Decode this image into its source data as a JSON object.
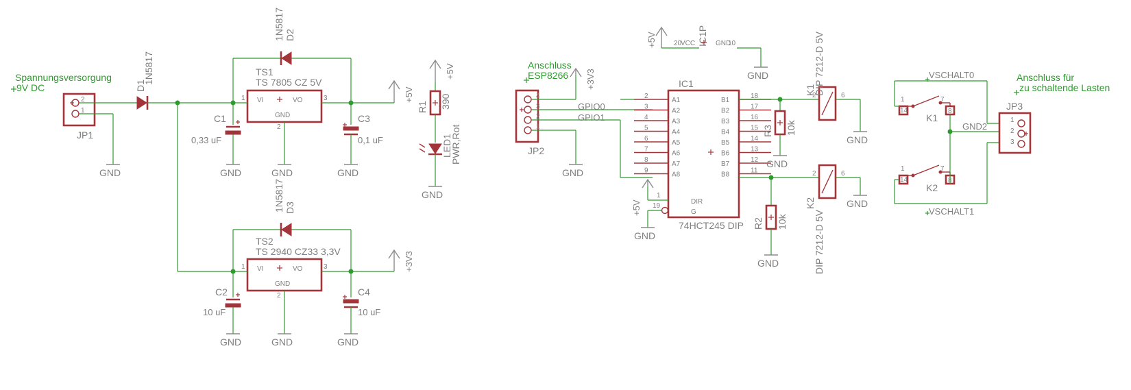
{
  "labels": {
    "supply_title_1": "Spannungsversorgung",
    "supply_title_2": "9V DC",
    "esp_title_1": "Anschluss",
    "esp_title_2": "ESP8266",
    "load_title_1": "Anschluss für",
    "load_title_2": "zu schaltende Lasten"
  },
  "parts": {
    "jp1": "JP1",
    "jp2": "JP2",
    "jp3": "JP3",
    "d1": "D1",
    "d1_val": "1N5817",
    "d2": "D2",
    "d2_val": "1N5817",
    "d3": "D3",
    "d3_val": "1N5817",
    "ts1": "TS1",
    "ts1_val": "TS 7805 CZ 5V",
    "ts2": "TS2",
    "ts2_val": "TS 2940 CZ33 3,3V",
    "c1": "C1",
    "c1_val": "0,33 uF",
    "c2": "C2",
    "c2_val": "10 uF",
    "c3": "C3",
    "c3_val": "0,1 uF",
    "c4": "C4",
    "c4_val": "10 uF",
    "r1": "R1",
    "r1_val": "390",
    "r2": "R2",
    "r2_val": "10k",
    "r3": "R3",
    "r3_val": "10k",
    "led1": "LED1",
    "led1_val": "PWR,Rot",
    "ic1": "IC1",
    "ic1_val": "74HCT245 DIP",
    "ic1p": "IC1P",
    "k1": "K1",
    "k1_val": "DIP 7212-D 5V",
    "k2": "K2",
    "k2_val": "DIP 7212-D 5V"
  },
  "regulator": {
    "vi": "VI",
    "vo": "VO",
    "gnd": "GND"
  },
  "ic": {
    "left_pins": [
      "A1",
      "A2",
      "A3",
      "A4",
      "A5",
      "A6",
      "A7",
      "A8"
    ],
    "left_nums": [
      "2",
      "3",
      "4",
      "5",
      "6",
      "7",
      "8",
      "9"
    ],
    "right_pins": [
      "B1",
      "B2",
      "B3",
      "B4",
      "B5",
      "B6",
      "B7",
      "B8"
    ],
    "right_nums": [
      "18",
      "17",
      "16",
      "15",
      "14",
      "13",
      "12",
      "11"
    ],
    "dir": "DIR",
    "g": "G",
    "dir_num": "1",
    "g_num": "19",
    "vcc": "VCC",
    "vcc_num": "20",
    "gnd": "GND",
    "gnd_num": "10"
  },
  "nets": {
    "gnd": "GND",
    "p5v": "+5V",
    "p3v3": "+3V3",
    "gpio0": "GPIO0",
    "gpio1": "GPIO1",
    "vschalt0": "VSCHALT0",
    "vschalt1": "VSCHALT1",
    "gnd2": "GND2"
  },
  "pin_numbers": {
    "one": "1",
    "two": "2",
    "three": "3",
    "four": "4",
    "six": "6",
    "seven": "7",
    "eight": "8",
    "fourteen": "14"
  },
  "colors": {
    "wire": "#2e9b2e",
    "part": "#a3353a",
    "label": "#7f7f7f",
    "background": "#ffffff"
  }
}
